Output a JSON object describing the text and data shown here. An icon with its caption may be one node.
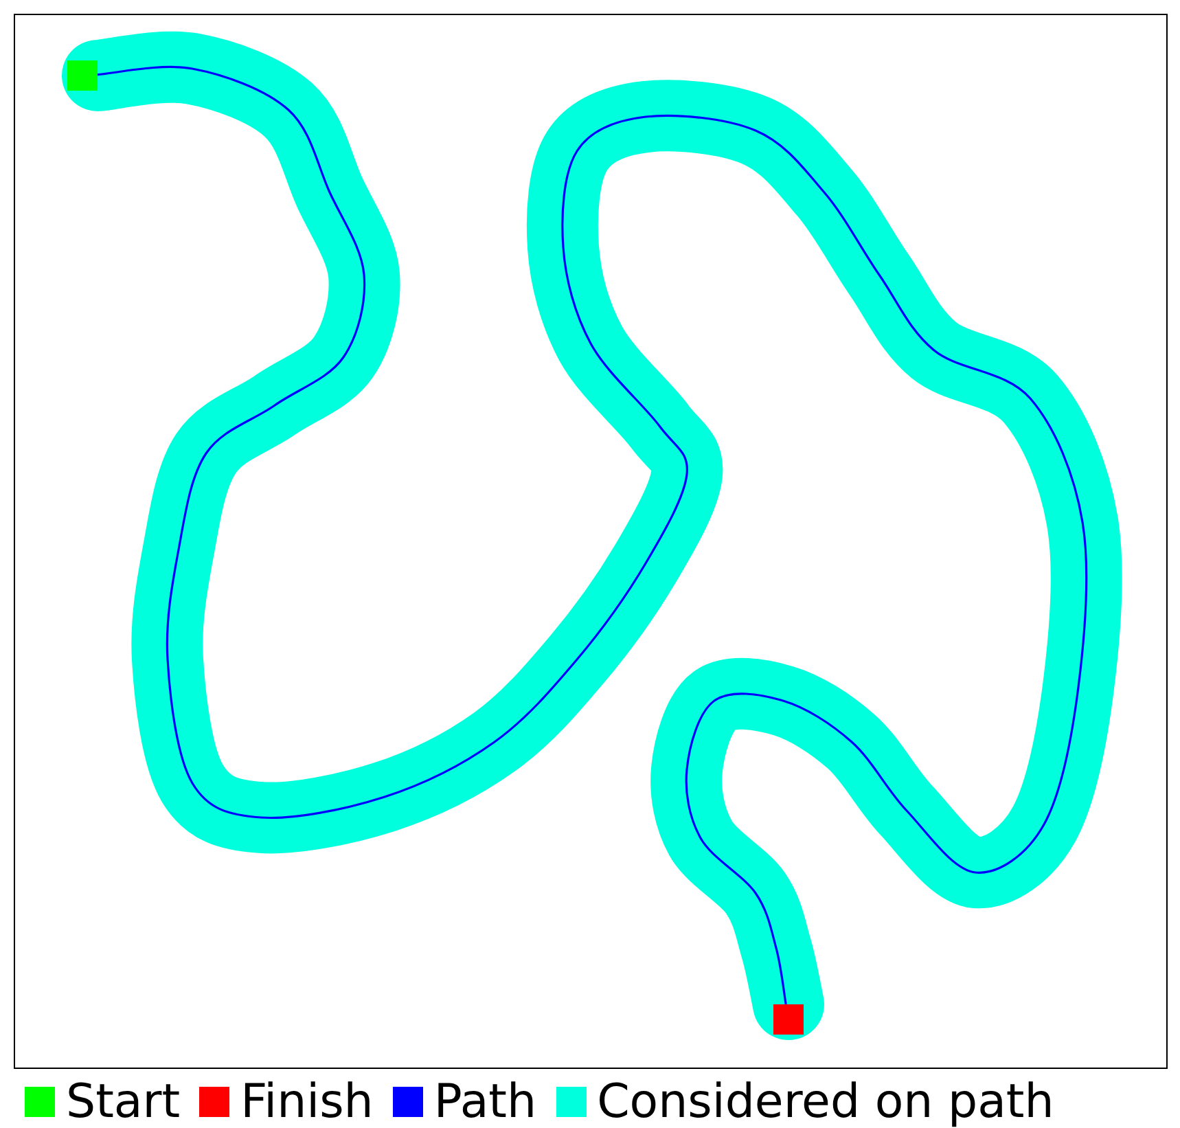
{
  "diagram": {
    "nodes": [
      {
        "text": [],
        "shape": "box"
      },
      {
        "text": [],
        "shape": "box"
      }
    ],
    "edges": [
      {
        "from": 0,
        "to": 1,
        "arrow": "none",
        "color": "#0000ff"
      }
    ],
    "legend": [
      {
        "text": "Start",
        "color": "#00ff00"
      },
      {
        "text": "Finish",
        "color": "#ff0000"
      },
      {
        "text": "Path",
        "color": "#0000ff"
      },
      {
        "text": "Considered on path",
        "color": "#00ffdd"
      }
    ]
  }
}
